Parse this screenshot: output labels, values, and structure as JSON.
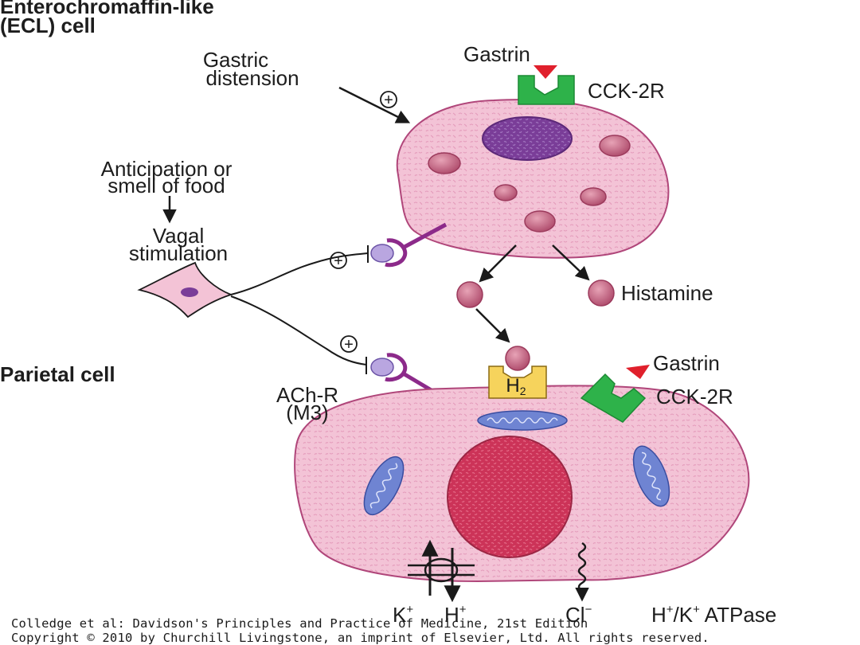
{
  "ecl_cell": {
    "title_line1": "Enterochromaffin-like",
    "title_line2": "(ECL) cell"
  },
  "parietal_cell": {
    "title": "Parietal cell"
  },
  "stimuli": {
    "gastric_distension_line1": "Gastric",
    "gastric_distension_line2": "distension",
    "anticipation_line1": "Anticipation or",
    "anticipation_line2": "smell of food",
    "vagal_line1": "Vagal",
    "vagal_line2": "stimulation"
  },
  "receptors": {
    "gastrin_top": "Gastrin",
    "cck2r_top": "CCK-2R",
    "gastrin_bottom": "Gastrin",
    "cck2r_bottom": "CCK-2R",
    "h2_main": "H",
    "h2_sub": "2",
    "ach_r_line1": "ACh-R",
    "ach_r_line2": "(M3)"
  },
  "histamine": "Histamine",
  "ions": {
    "k": "K",
    "k_sup": "+",
    "h": "H",
    "h_sup": "+",
    "cl": "Cl",
    "cl_sup": "−",
    "pump_h": "H",
    "pump_h_sup": "+",
    "pump_k": "/K",
    "pump_k_sup": "+",
    "pump_name": " ATPase"
  },
  "symbols": {
    "plus": "+"
  },
  "credit": {
    "line1": "Colledge et al: Davidson's Principles and Practice of Medicine, 21st Edition",
    "line2": "Copyright © 2010 by Churchill Livingstone, an imprint of Elsevier, Ltd. All rights reserved."
  },
  "colors": {
    "cell_fill": "#f3c3d6",
    "cell_stroke": "#b0467a",
    "ecl_nucleus": "#7a3d98",
    "granule": "#c05d7c",
    "parietal_nucleus": "#cc3358",
    "mitochondria": "#6f84d2",
    "cck_receptor": "#2eb24a",
    "gastrin_triangle": "#e0202c",
    "h2_receptor": "#f6d35c",
    "synapse": "#8c2a8a",
    "vesicle": "#b9a6e0"
  }
}
